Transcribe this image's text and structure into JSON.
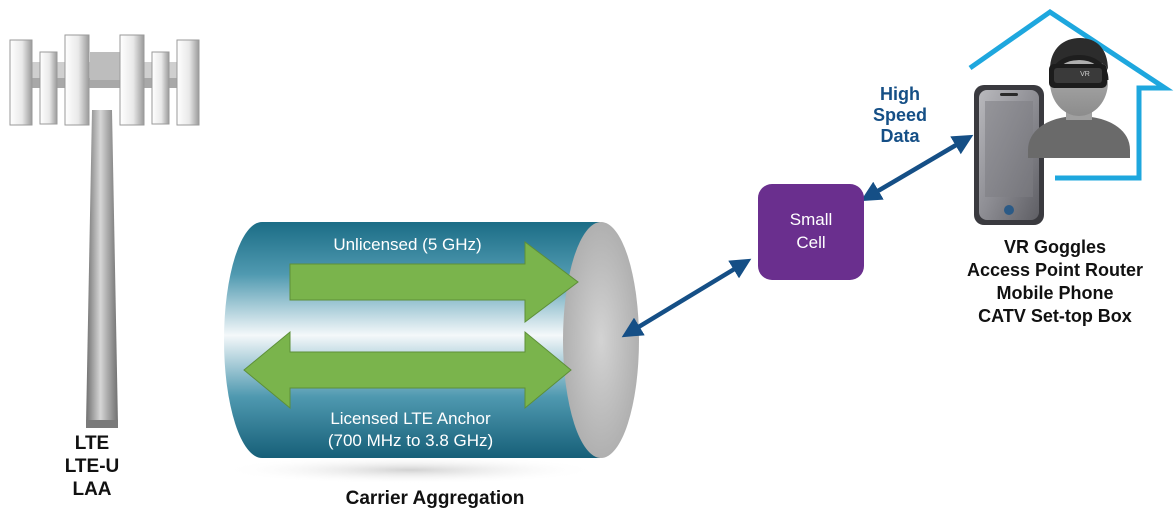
{
  "tower": {
    "labels": [
      "LTE",
      "LTE-U",
      "LAA"
    ]
  },
  "pipe": {
    "unlicensed_label": "Unlicensed (5 GHz)",
    "licensed_label_line1": "Licensed LTE Anchor",
    "licensed_label_line2": "(700 MHz to 3.8 GHz)",
    "caption": "Carrier Aggregation"
  },
  "small_cell": {
    "line1": "Small",
    "line2": "Cell"
  },
  "link": {
    "label_lines": [
      "High",
      "Speed",
      "Data"
    ]
  },
  "devices": {
    "vr_tag": "VR",
    "labels": [
      "VR Goggles",
      "Access Point Router",
      "Mobile Phone",
      "CATV Set-top Box"
    ]
  },
  "colors": {
    "arrow_green": "#7ab44c",
    "pipe_teal": "#1b6f8a",
    "link_blue": "#154f86",
    "small_cell_purple": "#6a2f8e",
    "house_outline": "#1ea7de",
    "tower_grey": "#8a8a8a"
  }
}
